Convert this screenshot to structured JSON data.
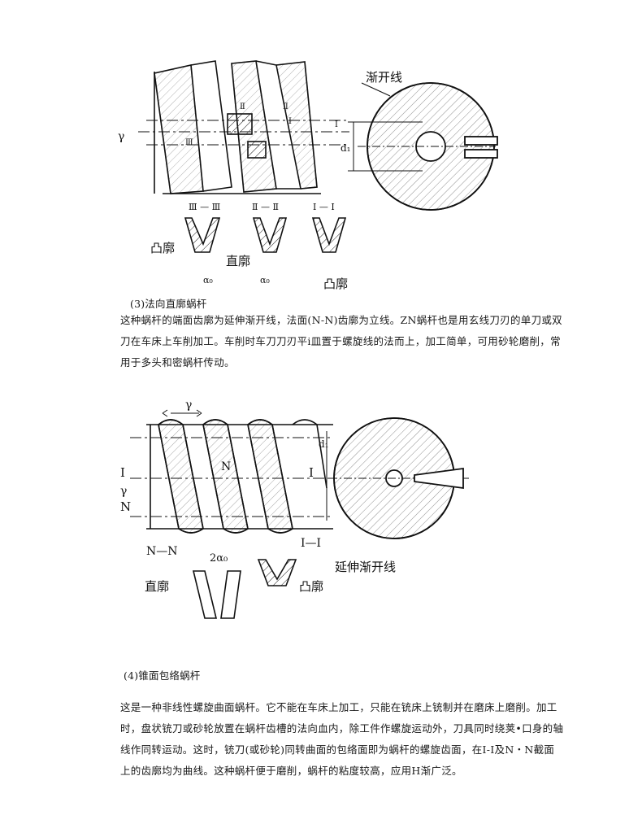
{
  "figure1": {
    "labels": {
      "involute": "渐开线",
      "gamma": "γ",
      "roman3": "Ⅲ",
      "roman2": "Ⅱ",
      "roman1": "Ⅰ",
      "section3": "Ⅲ — Ⅲ",
      "section2": "Ⅱ — Ⅱ",
      "section1": "Ⅰ — Ⅰ",
      "convex_left": "凸廓",
      "straight": "直廓",
      "convex_right": "凸廓",
      "alpha_left": "α₀",
      "alpha_right": "α₀",
      "d1": "d₁"
    }
  },
  "section3": {
    "heading": "(3)法向直廓蜗杆",
    "lines": [
      "这种蜗杆的端面齿廓为延伸渐开线，法面(N-N)齿廓为立线。ZN蜗杆也是用玄线刀刃的单刀或双",
      "刀在车床上车削加工。车削时车刀刀刃平i皿置于螺旋线的法而上，加工简单，可用砂轮磨削，常",
      "用于多头和密蜗杆传动。"
    ]
  },
  "figure2": {
    "labels": {
      "gamma_top": "γ",
      "d1": "d₁",
      "I_left": "I",
      "I_right": "I",
      "gamma_left": "γ",
      "N_left": "N",
      "N_mid": "N",
      "NN": "N—N",
      "II": "I—I",
      "two_alpha": "2α₀",
      "extended_involute": "延伸渐开线",
      "straight": "直廓",
      "convex": "凸廓"
    }
  },
  "section4": {
    "heading": "(4)锥面包络蜗杆",
    "lines": [
      "这是一种非线性螺旋曲面蜗杆。它不能在车床上加工，只能在铳床上铳制并在磨床上磨削。加工",
      "时，盘状铳刀或砂轮放置在蜗杆齿槽的法向血内，除工件作螺旋运动外，刀具同时绕荚•口身的轴",
      "线作同转运动。这时，铳刀(或砂轮)同转曲面的包络面即为蜗杆的螺旋齿面，在I-I及N・N截面",
      "上的齿廓均为曲线。这种蜗杆便于磨削，蜗杆的粘度较高，应用H渐广泛。"
    ]
  }
}
